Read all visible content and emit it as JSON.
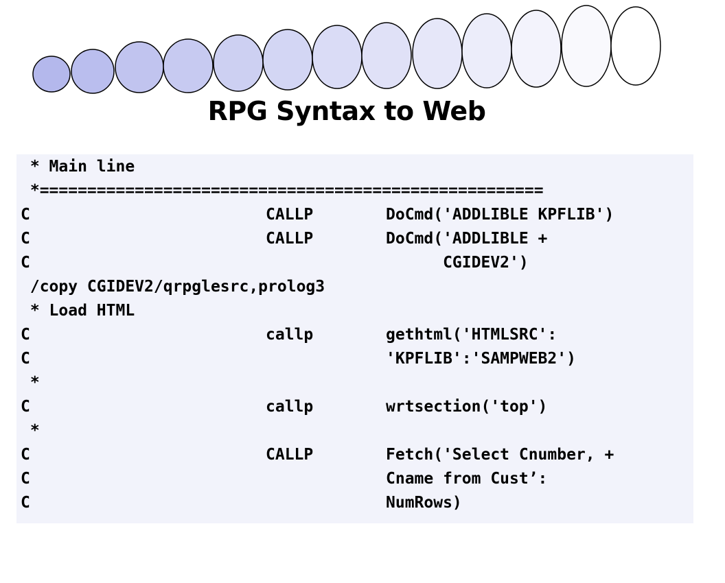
{
  "title": "RPG Syntax to Web",
  "colors": {
    "code_background": "#f2f3fb",
    "circle_outline": "#000000",
    "circle_fill_start": "#b4b8ec",
    "circle_fill_end": "#ffffff"
  },
  "decoration": {
    "description_icon": "ellipse-circles-icon",
    "count": 13
  },
  "code": {
    "lines": [
      {
        "spec": " * Main line",
        "op": "",
        "args": ""
      },
      {
        "spec": " *=====================================================",
        "op": "",
        "args": ""
      },
      {
        "spec": "C",
        "op": "CALLP",
        "args": "DoCmd('ADDLIBLE KPFLIB')"
      },
      {
        "spec": "C",
        "op": "CALLP",
        "args": "DoCmd('ADDLIBLE +"
      },
      {
        "spec": "C",
        "op": "",
        "args": "      CGIDEV2')"
      },
      {
        "spec": " /copy CGIDEV2/qrpglesrc,prolog3",
        "op": "",
        "args": ""
      },
      {
        "spec": " * Load HTML",
        "op": "",
        "args": ""
      },
      {
        "spec": "C",
        "op": "callp",
        "args": "gethtml('HTMLSRC':"
      },
      {
        "spec": "C",
        "op": "",
        "args": "'KPFLIB':'SAMPWEB2')"
      },
      {
        "spec": " *",
        "op": "",
        "args": ""
      },
      {
        "spec": "C",
        "op": "callp",
        "args": "wrtsection('top')"
      },
      {
        "spec": " *",
        "op": "",
        "args": ""
      },
      {
        "spec": "C",
        "op": "CALLP",
        "args": "Fetch('Select Cnumber, +"
      },
      {
        "spec": "C",
        "op": "",
        "args": "Cname from Cust’:"
      },
      {
        "spec": "C",
        "op": "",
        "args": "NumRows)"
      }
    ]
  }
}
